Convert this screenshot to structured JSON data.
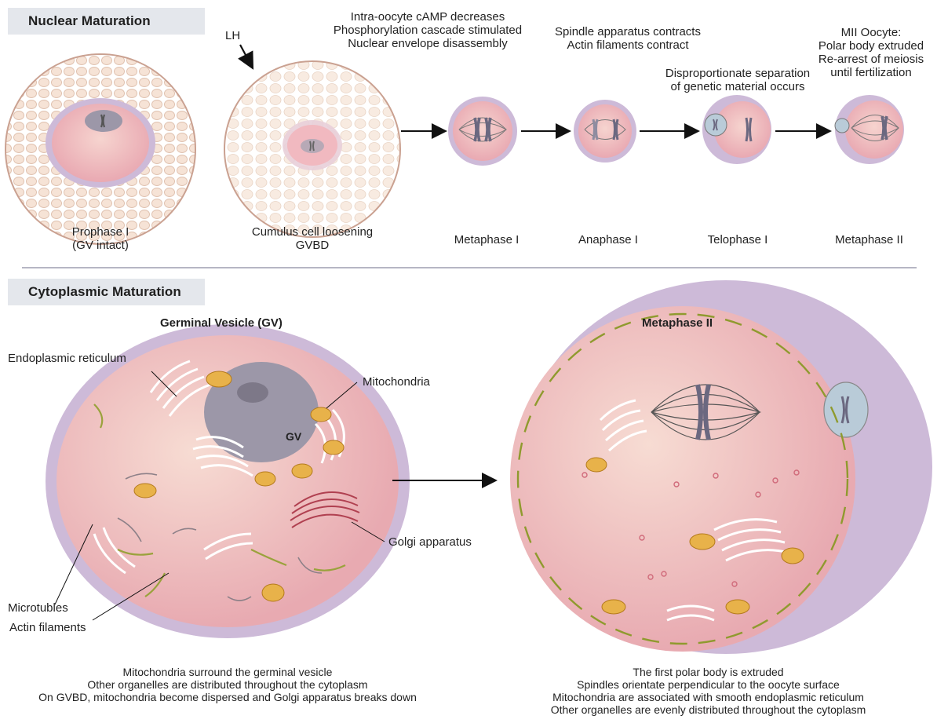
{
  "nuclear": {
    "title": "Nuclear Maturation",
    "lh_label": "LH",
    "note_gvbd": [
      "Intra-oocyte cAMP decreases",
      "Phosphorylation cascade stimulated",
      "Nuclear envelope disassembly"
    ],
    "note_anaphase": [
      "Spindle apparatus contracts",
      "Actin filaments contract"
    ],
    "note_telophase": [
      "Disproportionate separation",
      "of genetic material occurs"
    ],
    "note_mii": [
      "MII Oocyte:",
      "Polar body extruded",
      "Re-arrest of meiosis",
      "until fertilization"
    ],
    "stages": [
      {
        "line1": "Prophase I",
        "line2": "(GV intact)"
      },
      {
        "line1": "Cumulus cell loosening",
        "line2": "GVBD"
      },
      {
        "line1": "Metaphase I",
        "line2": ""
      },
      {
        "line1": "Anaphase I",
        "line2": ""
      },
      {
        "line1": "Telophase I",
        "line2": ""
      },
      {
        "line1": "Metaphase II",
        "line2": ""
      }
    ]
  },
  "cytoplasmic": {
    "title": "Cytoplasmic Maturation",
    "gv_heading": "Germinal Vesicle (GV)",
    "mii_heading": "Metaphase II",
    "gv_label": "GV",
    "labels": {
      "er": "Endoplasmic reticulum",
      "mitochondria": "Mitochondria",
      "golgi": "Golgi apparatus",
      "microtubles": "Microtubles",
      "actin": "Actin filaments"
    },
    "gv_notes": [
      "Mitochondria surround the germinal vesicle",
      "Other organelles are distributed throughout the cytoplasm",
      "On GVBD, mitochondria become dispersed and Golgi apparatus breaks down"
    ],
    "mii_notes": [
      "The first polar body is extruded",
      "Spindles orientate perpendicular to the oocyte surface",
      "Mitochondria are associated with smooth endoplasmic reticulum",
      "Other organelles are evenly distributed throughout the cytoplasm"
    ]
  },
  "colors": {
    "zona": "#cdbad8",
    "cytoplasm": "#f2c4c6",
    "cumulus": "#f5e2d5",
    "gv_nucleus": "#9c97a8",
    "mitochondria": "#e8b24a",
    "actin": "#9aa23c",
    "tab_bg": "#e4e7ec"
  }
}
